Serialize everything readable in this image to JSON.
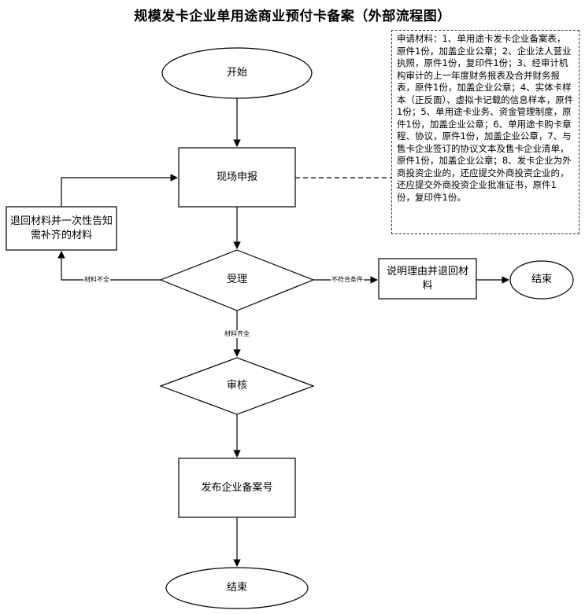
{
  "title": "规模发卡企业单用途商业预付卡备案（外部流程图）",
  "nodes": {
    "start": "开始",
    "onsite": "现场申报",
    "return_materials": "退回材料并一次性告知需补齐的材料",
    "accept": "受理",
    "explain_return": "说明理由并退回材料",
    "end_right": "结束",
    "review": "审核",
    "publish": "发布企业备案号",
    "end_bottom": "结束"
  },
  "edges": {
    "incomplete": "材料不全",
    "not_qualified": "不符合条件",
    "complete": "材料齐全"
  },
  "note": "申请材料：1、单用途卡发卡企业备案表，原件1份，加盖企业公章；2、企业法人营业执照，原件1份，复印件1份；3、经审计机构审计的上一年度财务报表及合并财务报表，原件1份，加盖企业公章；4、实体卡样本（正反面）、虚拟卡记载的信息样本，原件1份；5、单用途卡业务、资金管理制度，原件1份，加盖企业公章；6、单用途卡购卡章程、协议，原件1份，加盖企业公章，7、与售卡企业签订的协议文本及售卡企业清单，原件1份，加盖企业公章；8、发卡企业为外商投资企业的，还应提交外商投资企业的，还应提交外商投资企业批准证书，原件1份，复印件1份。"
}
